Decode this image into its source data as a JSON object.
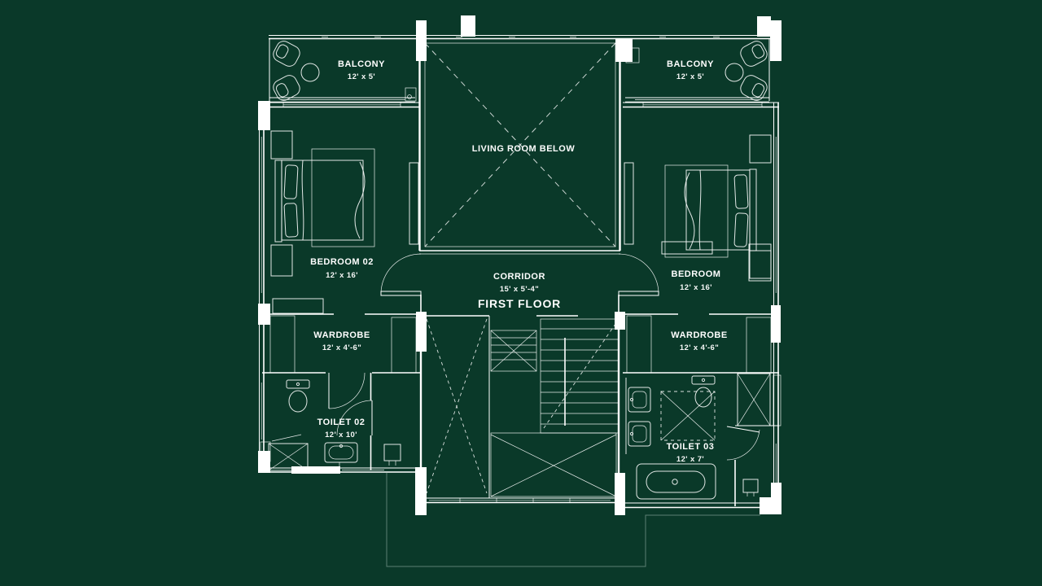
{
  "colors": {
    "background": "#0a3929",
    "line": "#ffffff"
  },
  "floor_label": "FIRST FLOOR",
  "rooms": {
    "balcony_left": {
      "name": "BALCONY",
      "dims": "12' x 5'"
    },
    "balcony_right": {
      "name": "BALCONY",
      "dims": "12' x 5'"
    },
    "living": {
      "name": "LIVING ROOM BELOW",
      "dims": ""
    },
    "bedroom02": {
      "name": "BEDROOM 02",
      "dims": "12' x 16'"
    },
    "bedroom": {
      "name": "BEDROOM",
      "dims": "12' x 16'"
    },
    "corridor": {
      "name": "CORRIDOR",
      "dims": "15' x 5'-4\""
    },
    "wardrobe_left": {
      "name": "WARDROBE",
      "dims": "12' x 4'-6\""
    },
    "wardrobe_right": {
      "name": "WARDROBE",
      "dims": "12' x 4'-6\""
    },
    "toilet02": {
      "name": "TOILET 02",
      "dims": "12' x 10'"
    },
    "toilet03": {
      "name": "TOILET 03",
      "dims": "12' x 7'"
    }
  }
}
